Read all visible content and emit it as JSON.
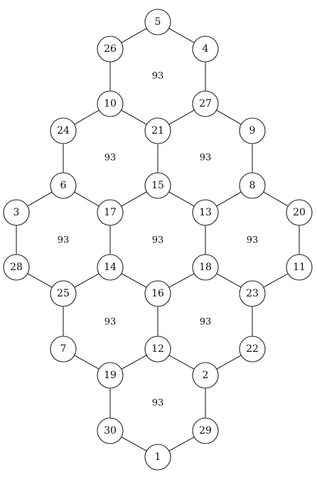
{
  "nodes": [
    "1",
    "2",
    "3",
    "4",
    "5",
    "6",
    "7",
    "8",
    "9",
    "10",
    "11",
    "12",
    "13",
    "14",
    "15",
    "16",
    "17",
    "18",
    "19",
    "20",
    "21",
    "22",
    "23",
    "24",
    "25",
    "26",
    "27",
    "28",
    "29",
    "30"
  ],
  "edges": [
    [
      "5",
      "26"
    ],
    [
      "5",
      "4"
    ],
    [
      "26",
      "10"
    ],
    [
      "4",
      "27"
    ],
    [
      "10",
      "21"
    ],
    [
      "27",
      "21"
    ],
    [
      "10",
      "24"
    ],
    [
      "24",
      "6"
    ],
    [
      "6",
      "17"
    ],
    [
      "21",
      "15"
    ],
    [
      "15",
      "17"
    ],
    [
      "27",
      "9"
    ],
    [
      "9",
      "8"
    ],
    [
      "8",
      "13"
    ],
    [
      "15",
      "13"
    ],
    [
      "6",
      "3"
    ],
    [
      "3",
      "28"
    ],
    [
      "28",
      "25"
    ],
    [
      "25",
      "14"
    ],
    [
      "14",
      "17"
    ],
    [
      "13",
      "18"
    ],
    [
      "14",
      "16"
    ],
    [
      "16",
      "18"
    ],
    [
      "8",
      "20"
    ],
    [
      "20",
      "11"
    ],
    [
      "11",
      "23"
    ],
    [
      "23",
      "18"
    ],
    [
      "25",
      "7"
    ],
    [
      "7",
      "19"
    ],
    [
      "19",
      "12"
    ],
    [
      "12",
      "16"
    ],
    [
      "23",
      "22"
    ],
    [
      "22",
      "2"
    ],
    [
      "2",
      "12"
    ],
    [
      "19",
      "30"
    ],
    [
      "30",
      "1"
    ],
    [
      "1",
      "29"
    ],
    [
      "29",
      "2"
    ]
  ],
  "faces": [
    {
      "label": "93"
    },
    {
      "label": "93"
    },
    {
      "label": "93"
    },
    {
      "label": "93"
    },
    {
      "label": "93"
    },
    {
      "label": "93"
    },
    {
      "label": "93"
    },
    {
      "label": "93"
    },
    {
      "label": "93"
    }
  ]
}
